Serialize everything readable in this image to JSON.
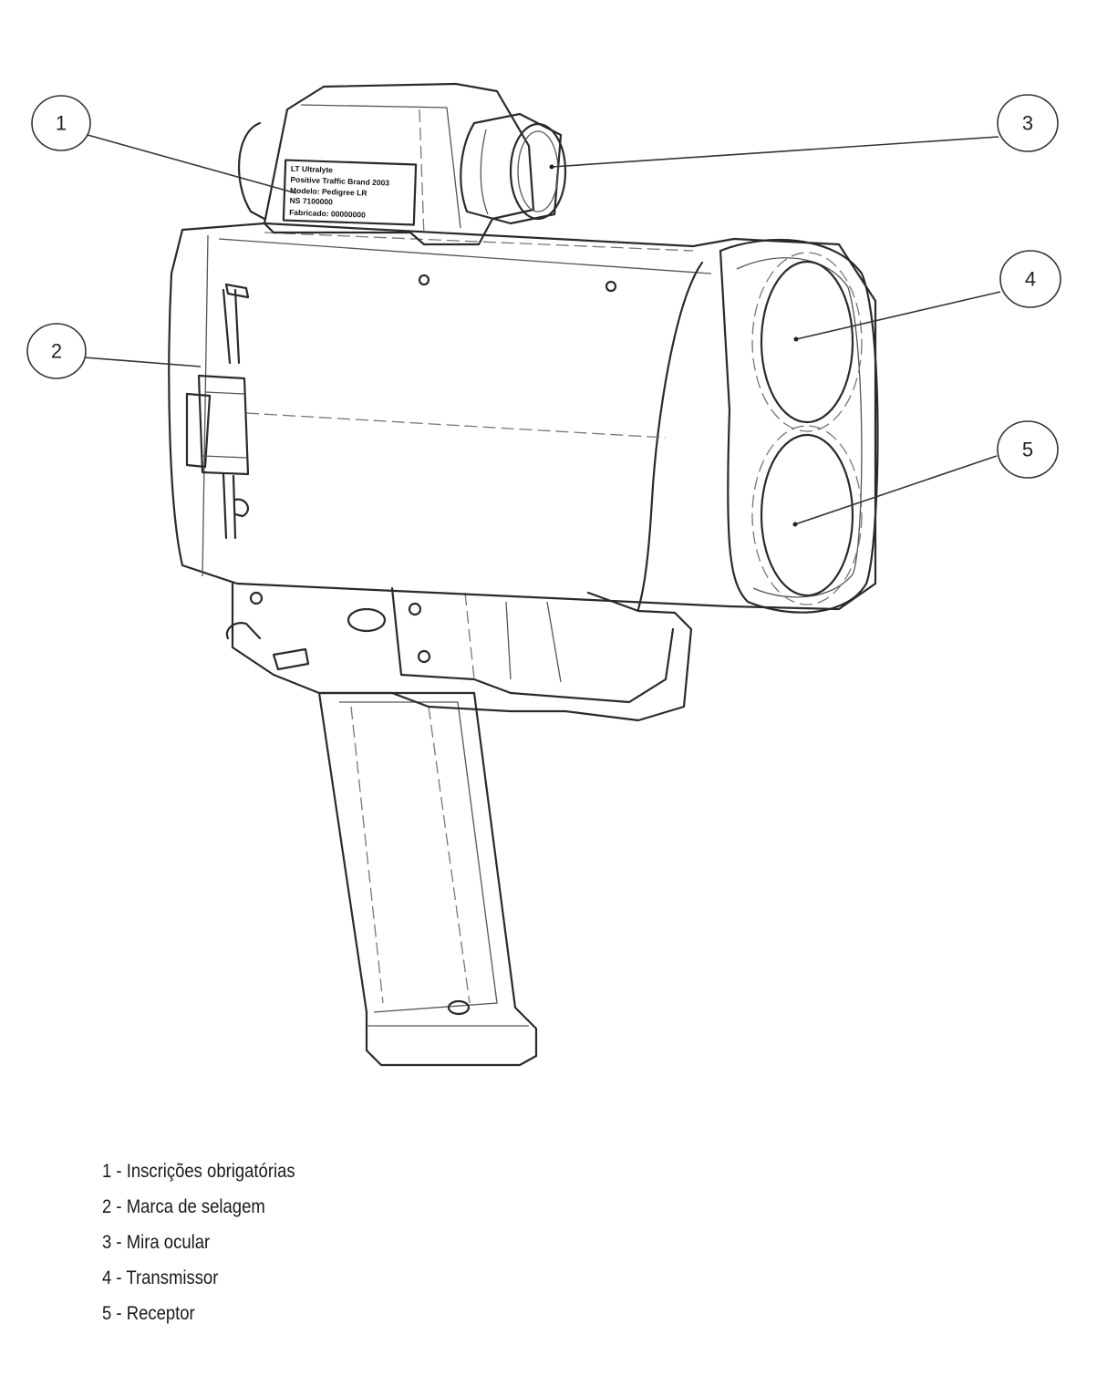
{
  "plate": {
    "lines": [
      "LT Ultralyte",
      "Positive Traffic Brand 2003",
      "Modelo: Pedigree LR",
      "NS 7100000",
      "Fabricado: 00000000"
    ]
  },
  "callouts": [
    {
      "number": "1",
      "target": "plate"
    },
    {
      "number": "2",
      "target": "seal"
    },
    {
      "number": "3",
      "target": "eyepiece"
    },
    {
      "number": "4",
      "target": "upper-lens"
    },
    {
      "number": "5",
      "target": "lower-lens"
    }
  ],
  "legend": [
    {
      "number": "1",
      "separator": "-",
      "text": "Inscrições obrigatórias"
    },
    {
      "number": "2",
      "separator": "-",
      "text": "Marca de selagem"
    },
    {
      "number": "3",
      "separator": "-",
      "text": "Mira ocular"
    },
    {
      "number": "4",
      "separator": "-",
      "text": "Transmissor"
    },
    {
      "number": "5",
      "separator": "-",
      "text": "Receptor"
    }
  ]
}
